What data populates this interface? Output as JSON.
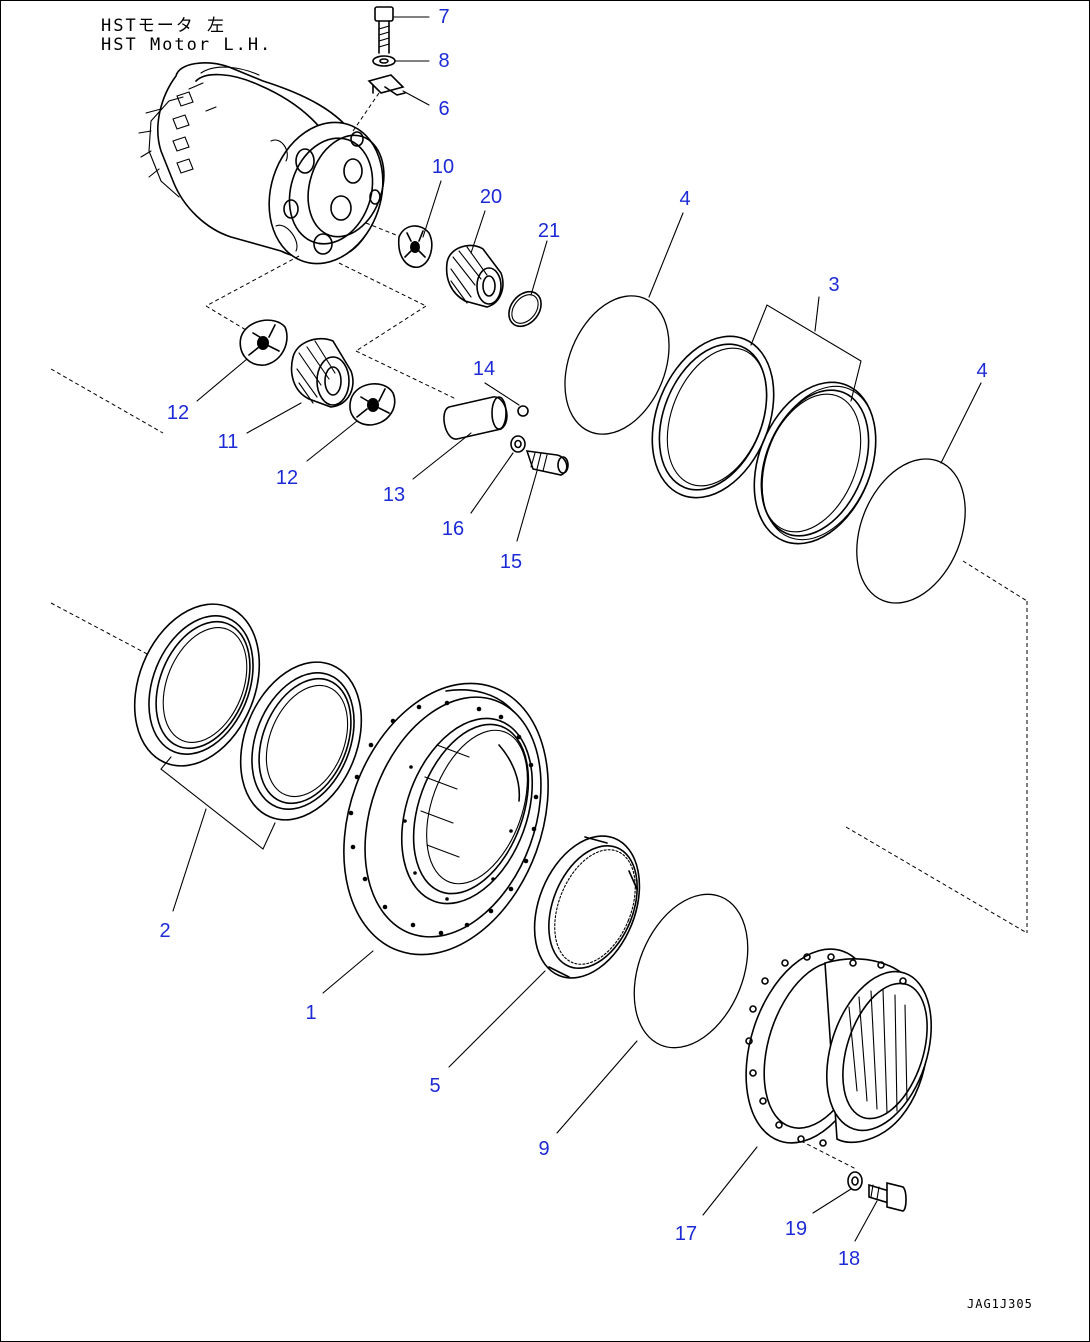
{
  "title_jp": "HSTモータ 左",
  "title_en": "HST Motor L.H.",
  "drawing_number": "JAG1J305",
  "callouts": [
    "7",
    "8",
    "6",
    "10",
    "20",
    "21",
    "4",
    "3",
    "4",
    "14",
    "12",
    "11",
    "12",
    "13",
    "16",
    "15",
    "2",
    "1",
    "5",
    "9",
    "17",
    "19",
    "18"
  ]
}
